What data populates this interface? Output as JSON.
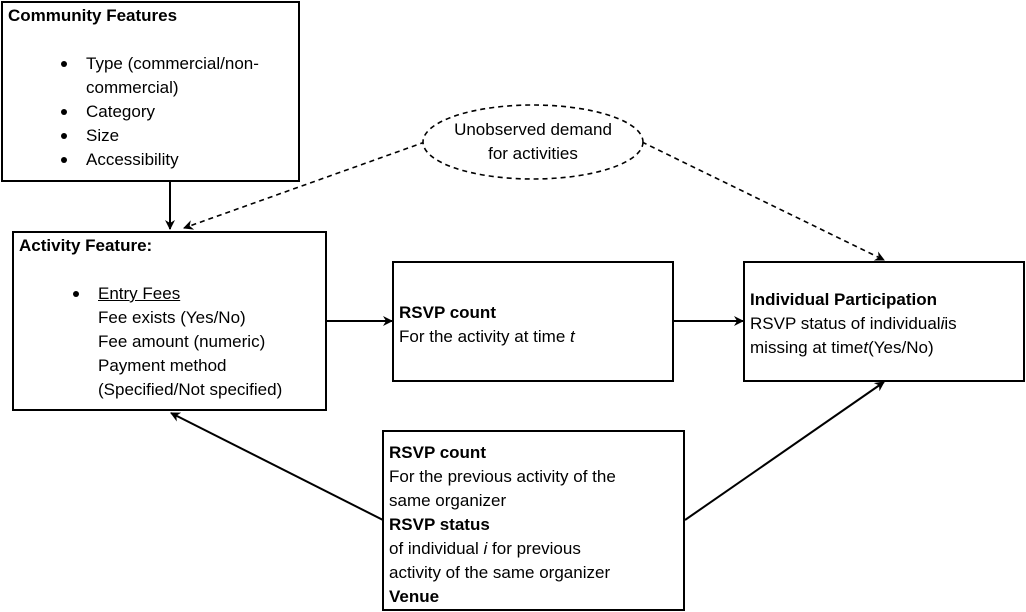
{
  "community": {
    "title": "Community Features",
    "items": [
      "Type (commercial/non-commercial)",
      "Category",
      "Size",
      "Accessibility"
    ]
  },
  "activity": {
    "title": "Activity Feature:",
    "bullet": "Entry Fees",
    "lines": [
      "Fee exists (Yes/No)",
      "Fee amount (numeric)",
      "Payment method",
      "(Specified/Not specified)"
    ]
  },
  "unobserved": {
    "line1": "Unobserved demand",
    "line2": "for activities"
  },
  "rsvp_current": {
    "title": "RSVP count",
    "text_prefix": "For the activity at time ",
    "var_t": "t"
  },
  "participation": {
    "title": "Individual Participation",
    "line1_prefix": "RSVP status of individual",
    "var_i": "i",
    "line1_suffix": "is",
    "line2_prefix": "missing at time",
    "var_t": "t",
    "line2_suffix": "(Yes/No)"
  },
  "previous": {
    "count_title": "RSVP count",
    "count_line1": "For the previous activity of the",
    "count_line2": "same organizer",
    "status_title": "RSVP status",
    "status_line1_prefix": "of individual ",
    "var_i": "i",
    "status_line1_suffix": " for previous",
    "status_line2": "activity of the same organizer",
    "venue": "Venue"
  }
}
